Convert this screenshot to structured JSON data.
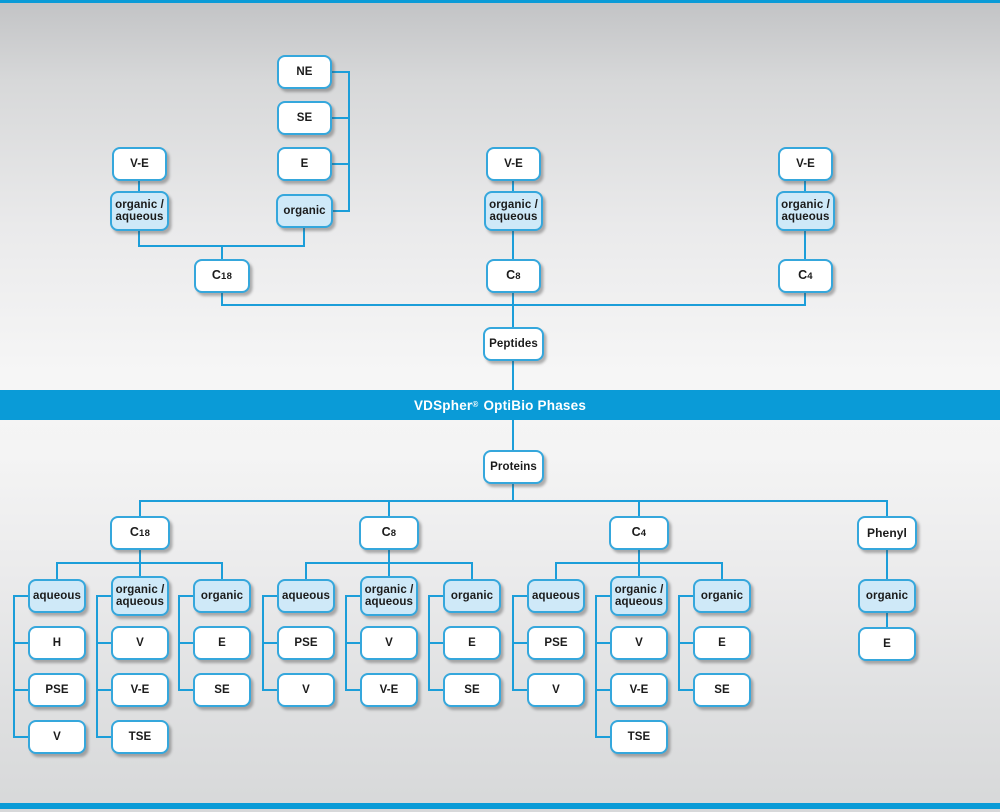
{
  "banner": {
    "brand": "VDSpher",
    "registered": "®",
    "suffix": "OptiBio Phases"
  },
  "peptides": {
    "root_label": "Peptides",
    "c18": {
      "base": "C",
      "sub": "18",
      "ve": "V-E",
      "organic_aqueous": "organic /\naqueous",
      "organic": "organic",
      "elution_chain": [
        "NE",
        "SE",
        "E"
      ]
    },
    "c8": {
      "base": "C",
      "sub": "8",
      "ve": "V-E",
      "organic_aqueous": "organic /\naqueous"
    },
    "c4": {
      "base": "C",
      "sub": "4",
      "ve": "V-E",
      "organic_aqueous": "organic /\naqueous"
    }
  },
  "proteins": {
    "root_label": "Proteins",
    "c18": {
      "base": "C",
      "sub": "18",
      "groups": [
        {
          "mode": "aqueous",
          "children": [
            "H",
            "PSE",
            "V"
          ]
        },
        {
          "mode": "organic /\naqueous",
          "children": [
            "V",
            "V-E",
            "TSE"
          ]
        },
        {
          "mode": "organic",
          "children": [
            "E",
            "SE"
          ]
        }
      ]
    },
    "c8": {
      "base": "C",
      "sub": "8",
      "groups": [
        {
          "mode": "aqueous",
          "children": [
            "PSE",
            "V"
          ]
        },
        {
          "mode": "organic /\naqueous",
          "children": [
            "V",
            "V-E"
          ]
        },
        {
          "mode": "organic",
          "children": [
            "E",
            "SE"
          ]
        }
      ]
    },
    "c4": {
      "base": "C",
      "sub": "4",
      "groups": [
        {
          "mode": "aqueous",
          "children": [
            "PSE",
            "V"
          ]
        },
        {
          "mode": "organic /\naqueous",
          "children": [
            "V",
            "V-E",
            "TSE"
          ]
        },
        {
          "mode": "organic",
          "children": [
            "E",
            "SE"
          ]
        }
      ]
    },
    "phenyl": {
      "base": "Phenyl",
      "sub": "",
      "groups": [
        {
          "mode": "organic",
          "children": [
            "E"
          ]
        }
      ]
    }
  },
  "colors": {
    "banner_blue": "#0a9bd7",
    "connector_blue": "#1c9ed9",
    "box_border_blue": "#35a7dc",
    "category_fill": "#cfe9f8"
  }
}
